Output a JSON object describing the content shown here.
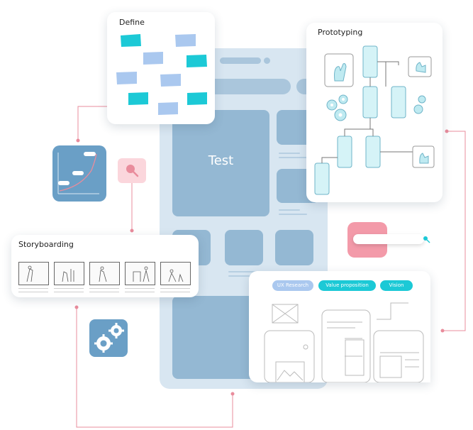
{
  "main": {
    "test_label": "Test"
  },
  "define": {
    "title": "Define"
  },
  "prototyping": {
    "title": "Prototyping"
  },
  "storyboarding": {
    "title": "Storyboarding"
  },
  "tags": {
    "ux_research": "UX Research",
    "value_proposition": "Value proposition",
    "vision": "Vision"
  },
  "colors": {
    "accent_pink": "#e98c9c",
    "teal": "#1cc9d6",
    "blue_light": "#aac8ef",
    "panel_blue": "#94b8d3",
    "icon_blue": "#6a9fc6"
  },
  "icons": [
    "search-icon",
    "gear-icon",
    "hand-tap-icon",
    "image-placeholder-icon"
  ]
}
